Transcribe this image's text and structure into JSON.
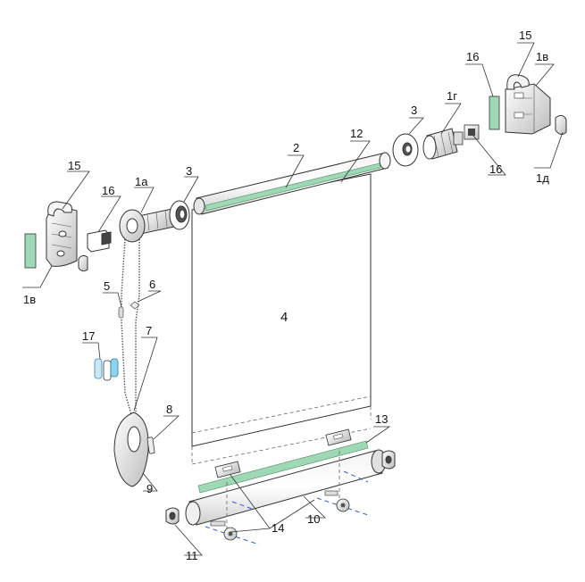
{
  "labels": {
    "l1a": "1а",
    "l1v_left": "1в",
    "l1v_right": "1в",
    "l1g": "1г",
    "l1d": "1д",
    "l2": "2",
    "l3_left": "3",
    "l3_right": "3",
    "l4": "4",
    "l5": "5",
    "l6": "6",
    "l7": "7",
    "l8": "8",
    "l9": "9",
    "l10": "10",
    "l11": "11",
    "l12": "12",
    "l13": "13",
    "l14": "14",
    "l15_left": "15",
    "l15_right": "15",
    "l16_left": "16",
    "l16_right_top": "16",
    "l16_right_bottom": "16",
    "l17": "17"
  },
  "colors": {
    "green_strip": "#9fd8b4",
    "part_fill": "#ffffff",
    "part_shade": "#dcdcdc",
    "blue_axis": "#3355cc"
  }
}
